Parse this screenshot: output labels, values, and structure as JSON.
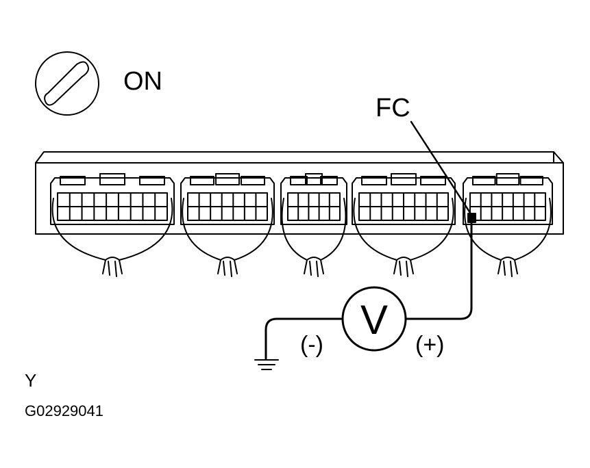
{
  "ignition": {
    "label": "ON"
  },
  "terminal": {
    "label": "FC"
  },
  "meter": {
    "symbol": "V",
    "negative_label": "(-)",
    "positive_label": "(+)"
  },
  "footer": {
    "code_letter": "Y",
    "figure_id": "G02929041"
  },
  "colors": {
    "line": "#000000",
    "background": "#ffffff"
  },
  "connectors": [
    {
      "id": "connector-1"
    },
    {
      "id": "connector-2"
    },
    {
      "id": "connector-3"
    },
    {
      "id": "connector-4"
    },
    {
      "id": "connector-5"
    }
  ]
}
